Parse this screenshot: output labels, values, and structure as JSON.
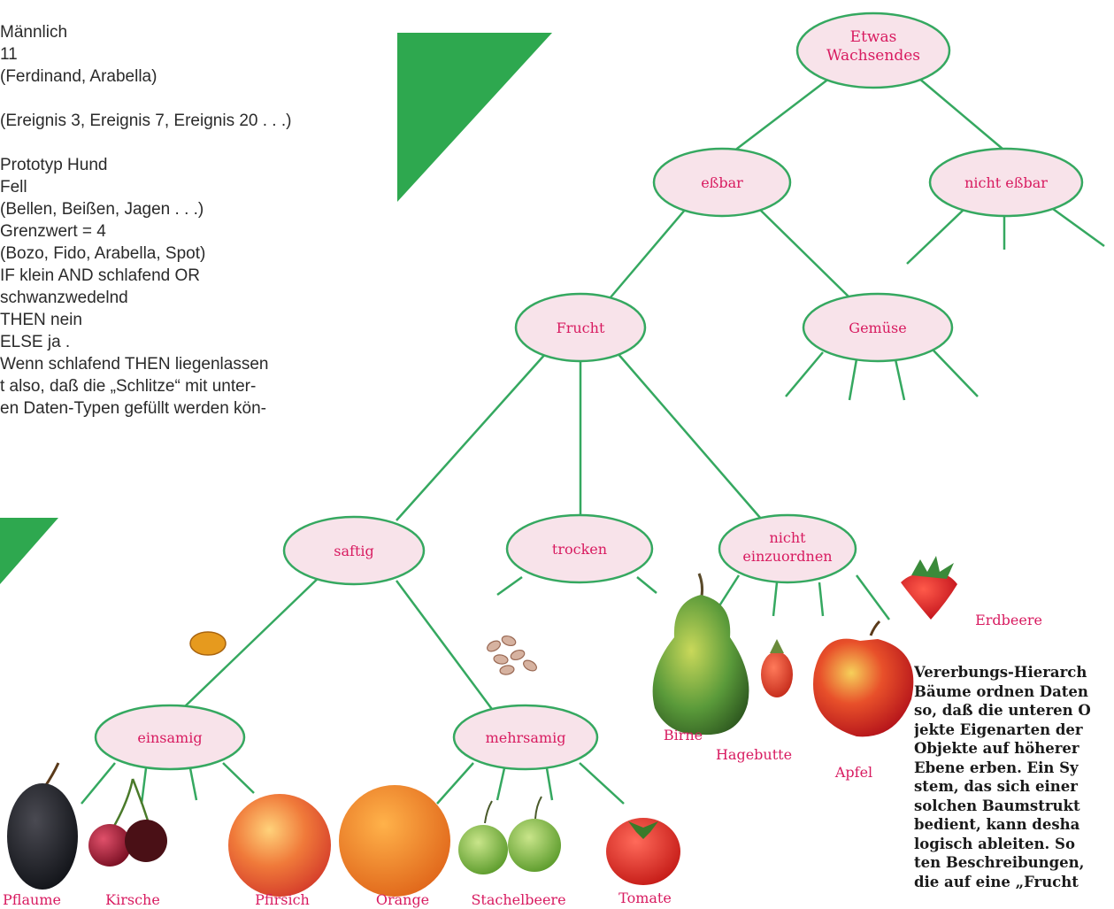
{
  "left_text": {
    "lines": [
      "Männlich",
      "11",
      "(Ferdinand, Arabella)",
      "",
      "(Ereignis 3, Ereignis 7, Ereignis 20 . . .)",
      "",
      "Prototyp Hund",
      "Fell",
      "(Bellen, Beißen, Jagen . . .)",
      "Grenzwert = 4",
      "(Bozo, Fido, Arabella, Spot)",
      "IF klein AND schlafend OR",
      "schwanzwedelnd",
      "THEN nein",
      "ELSE ja .",
      "Wenn schlafend THEN liegenlassen",
      "t also, daß die „Schlitze“ mit unter-",
      "en Daten-Typen gefüllt werden kön-"
    ]
  },
  "tree": {
    "nodes": {
      "root_line1": "Etwas",
      "root_line2": "Wachsendes",
      "essbar": "eßbar",
      "nicht_essbar": "nicht eßbar",
      "frucht": "Frucht",
      "gemuese": "Gemüse",
      "saftig": "saftig",
      "trocken": "trocken",
      "nicht_einzuordnen_line1": "nicht",
      "nicht_einzuordnen_line2": "einzuordnen",
      "einsamig": "einsamig",
      "mehrsamig": "mehrsamig"
    },
    "fruits": {
      "pflaume": "Pflaume",
      "kirsche": "Kirsche",
      "pfirsich": "Pfirsich",
      "orange": "Orange",
      "stachelbeere": "Stachelbeere",
      "tomate": "Tomate",
      "birne": "Birne",
      "hagebutte": "Hagebutte",
      "apfel": "Apfel",
      "erdbeere": "Erdbeere"
    }
  },
  "caption": {
    "lines": [
      "Vererbungs-Hierarch",
      "Bäume ordnen Daten",
      "so, daß die unteren O",
      "jekte Eigenarten der",
      "Objekte auf höherer",
      "Ebene erben. Ein Sy",
      "stem, das sich einer",
      "solchen Baumstrukt",
      "bedient, kann desha",
      "logisch ableiten. So",
      "ten Beschreibungen,",
      "die auf eine „Frucht"
    ]
  },
  "colors": {
    "accent_green": "#2ea84f",
    "line_green": "#35a860",
    "node_fill": "#f8e3ea",
    "node_text": "#d81b60",
    "body_text": "#2a2a2a"
  }
}
